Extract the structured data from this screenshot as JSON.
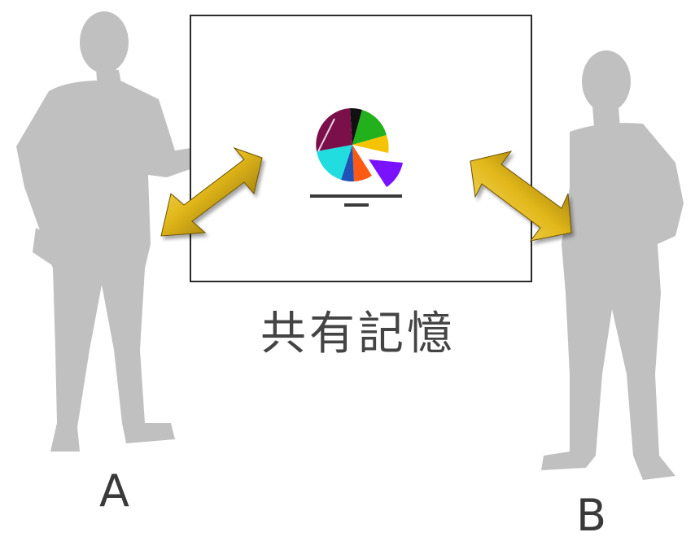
{
  "title": "共有記憶",
  "person_a": {
    "label": "A"
  },
  "person_b": {
    "label": "B"
  },
  "colors": {
    "silhouette": "#c0c0c0",
    "board_border": "#2a2a2a",
    "arrow_light": "#f7d34a",
    "arrow_dark": "#8a6a00"
  },
  "icons": [
    "pointer-icon",
    "pie-chart-icon",
    "double-arrow-icon"
  ]
}
